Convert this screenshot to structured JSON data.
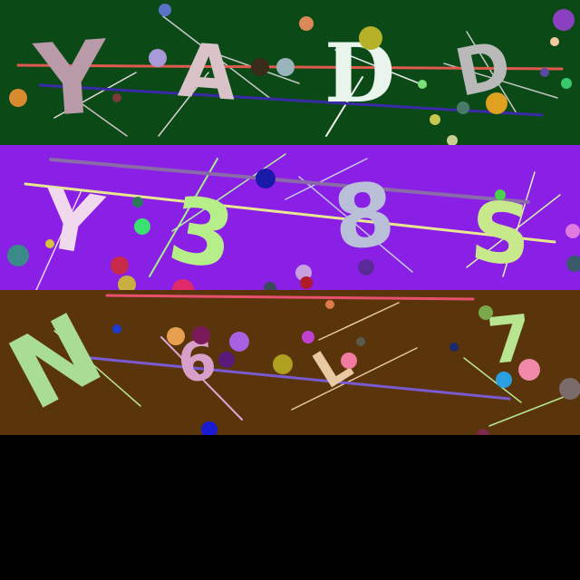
{
  "panels": [
    {
      "name": "captcha-row-1",
      "background": "#0b4a16",
      "characters": [
        {
          "char": "Y",
          "color": "#b89aa8"
        },
        {
          "char": "A",
          "color": "#d9c2c8"
        },
        {
          "char": "D",
          "color": "#e8f4ec"
        },
        {
          "char": "D",
          "color": "#b9b9b9"
        }
      ]
    },
    {
      "name": "captcha-row-2",
      "background": "#8a1fe6",
      "characters": [
        {
          "char": "Y",
          "color": "#f0d9ec"
        },
        {
          "char": "3",
          "color": "#b6ee8a"
        },
        {
          "char": "8",
          "color": "#b8bfd6"
        },
        {
          "char": "S",
          "color": "#c8e88c"
        }
      ]
    },
    {
      "name": "captcha-row-3",
      "background": "#5a340b",
      "characters": [
        {
          "char": "N",
          "color": "#a9dc95"
        },
        {
          "char": "6",
          "color": "#d8a0c8"
        },
        {
          "char": "L",
          "color": "#e8c9a4"
        },
        {
          "char": "7",
          "color": "#b8e690"
        }
      ]
    }
  ],
  "empty_area_color": "#000000"
}
